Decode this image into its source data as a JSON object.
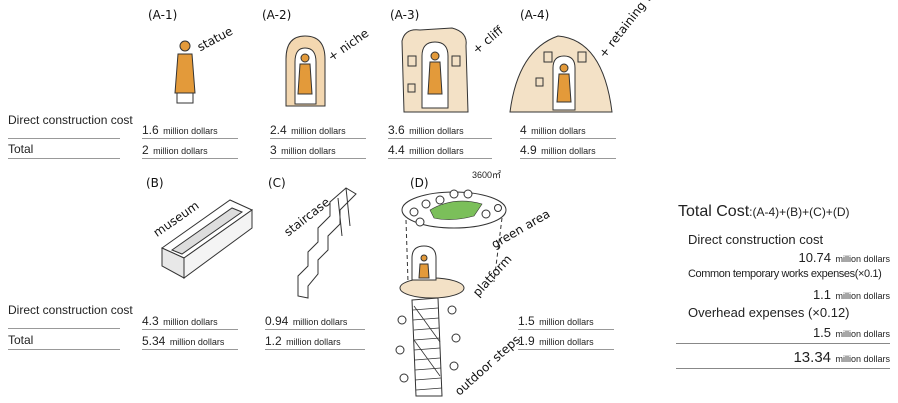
{
  "top": {
    "items": [
      {
        "code": "(A-1)",
        "label": "statue"
      },
      {
        "code": "(A-2)",
        "label": "+ niche"
      },
      {
        "code": "(A-3)",
        "label": "+ cliff"
      },
      {
        "code": "(A-4)",
        "label": "+ retaining wall"
      }
    ],
    "row_direct": "Direct construction cost",
    "row_total": "Total",
    "direct": [
      {
        "amount": "1.6",
        "unit": "million dollars"
      },
      {
        "amount": "2.4",
        "unit": "million dollars"
      },
      {
        "amount": "3.6",
        "unit": "million dollars"
      },
      {
        "amount": "4",
        "unit": "million dollars"
      }
    ],
    "total": [
      {
        "amount": "2",
        "unit": "million dollars"
      },
      {
        "amount": "3",
        "unit": "million dollars"
      },
      {
        "amount": "4.4",
        "unit": "million dollars"
      },
      {
        "amount": "4.9",
        "unit": "million dollars"
      }
    ]
  },
  "bottom": {
    "items": [
      {
        "code": "(B)",
        "label": "museum"
      },
      {
        "code": "(C)",
        "label": "staircase"
      },
      {
        "code": "(D)",
        "label": ""
      }
    ],
    "d_labels": {
      "area": "3600㎡",
      "green": "green area",
      "platform": "platform",
      "steps": "outdoor steps"
    },
    "row_direct": "Direct construction cost",
    "row_total": "Total",
    "direct": [
      {
        "amount": "4.3",
        "unit": "million dollars"
      },
      {
        "amount": "0.94",
        "unit": "million dollars"
      },
      {
        "amount": "1.5",
        "unit": "million dollars"
      }
    ],
    "total": [
      {
        "amount": "5.34",
        "unit": "million dollars"
      },
      {
        "amount": "1.2",
        "unit": "million dollars"
      },
      {
        "amount": "1.9",
        "unit": "million dollars"
      }
    ]
  },
  "summary": {
    "title": "Total Cost",
    "formula": ":(A-4)+(B)+(C)+(D)",
    "direct_label": "Direct construction cost",
    "direct_amount": "10.74",
    "common_label": "Common temporary works expenses(×0.1)",
    "common_amount": "1.1",
    "overhead_label": "Overhead  expenses (×0.12)",
    "overhead_amount": "1.5",
    "total_amount": "13.34",
    "unit": "million dollars"
  },
  "colors": {
    "ochre": "#e39a3a",
    "ink": "#333333",
    "green": "#7bbf5a",
    "rule": "#999999"
  }
}
